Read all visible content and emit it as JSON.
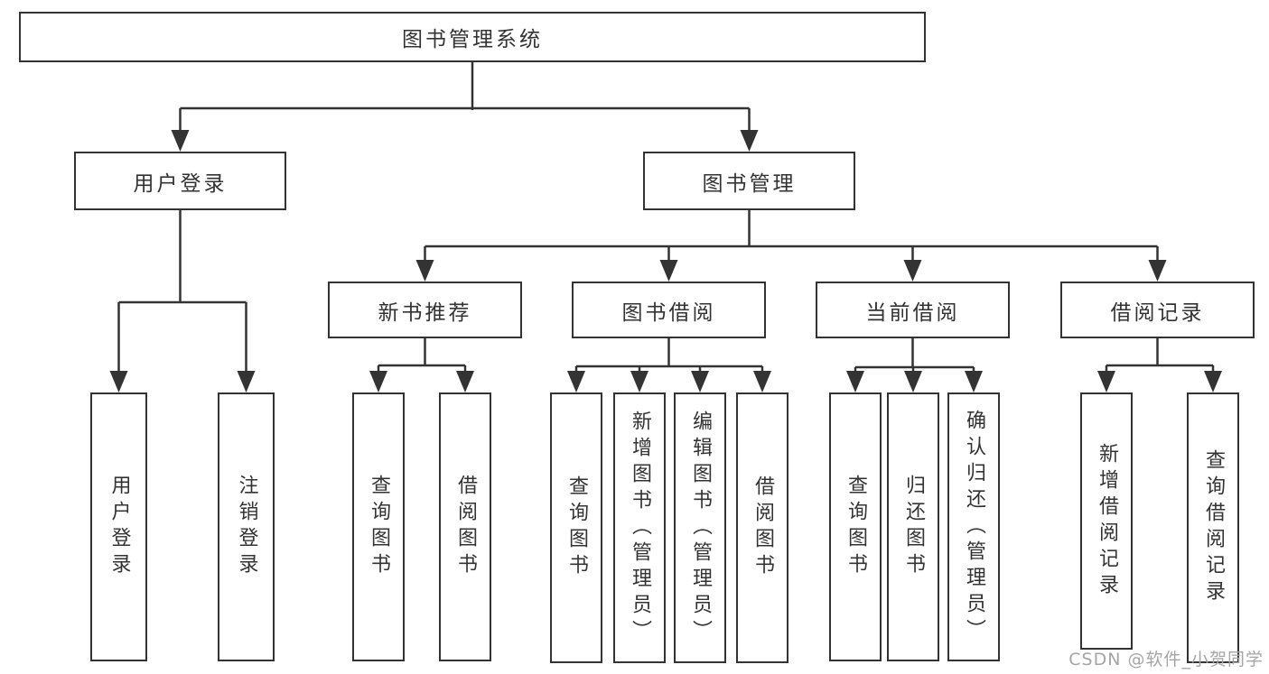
{
  "diagram": {
    "root": {
      "label": "图书管理系统"
    },
    "branches": [
      {
        "label": "用户登录",
        "children": [
          {
            "label": "用户登录"
          },
          {
            "label": "注销登录"
          }
        ]
      },
      {
        "label": "图书管理",
        "sections": [
          {
            "label": "新书推荐",
            "children": [
              {
                "label": "查询图书"
              },
              {
                "label": "借阅图书"
              }
            ]
          },
          {
            "label": "图书借阅",
            "children": [
              {
                "label": "查询图书"
              },
              {
                "label": "新增图书（管理员）"
              },
              {
                "label": "编辑图书（管理员）"
              },
              {
                "label": "借阅图书"
              }
            ]
          },
          {
            "label": "当前借阅",
            "children": [
              {
                "label": "查询图书"
              },
              {
                "label": "归还图书"
              },
              {
                "label": "确认归还（管理员）"
              }
            ]
          },
          {
            "label": "借阅记录",
            "children": [
              {
                "label": "新增借阅记录"
              },
              {
                "label": "查询借阅记录"
              }
            ]
          }
        ]
      }
    ]
  },
  "watermark": "CSDN @软件_小贺同学",
  "colors": {
    "line": "#333333",
    "border": "#333333",
    "fill": "#ffffff",
    "text": "#333333",
    "watermark": "#a5a5a5"
  }
}
